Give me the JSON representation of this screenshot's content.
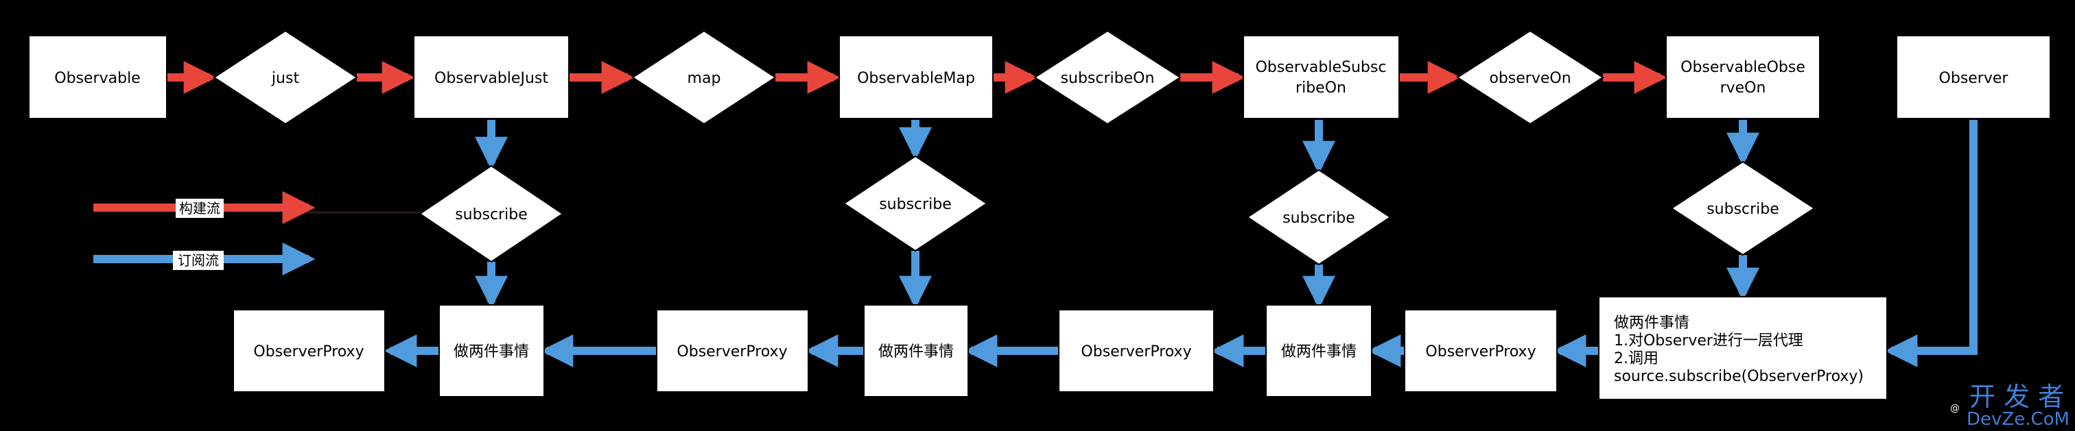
{
  "colors": {
    "build_flow": "#e8463a",
    "subscribe_flow": "#4f9bde",
    "background": "#000000"
  },
  "legend": {
    "build_label": "构建流",
    "subscribe_label": "订阅流"
  },
  "top_row": {
    "observable": "Observable",
    "just": "just",
    "observable_just": "ObservableJust",
    "map": "map",
    "observable_map": "ObservableMap",
    "subscribe_on": "subscribeOn",
    "observable_subscribe_on": [
      "ObservableSubsc",
      "ribeOn"
    ],
    "observe_on": "observeOn",
    "observable_observe_on": [
      "ObservableObse",
      "rveOn"
    ],
    "observer": "Observer"
  },
  "middle_row": {
    "subscribe": "subscribe"
  },
  "bottom_row": {
    "observer_proxy": "ObserverProxy",
    "do_two_things": "做两件事情",
    "detail_box": [
      "做两件事情",
      "1.对Observer进行一层代理",
      "2.调用",
      "source.subscribe(ObserverProxy)"
    ]
  },
  "watermark": {
    "line1": "开 发 者",
    "line2": "DevZe.CoM",
    "prefix": "@"
  }
}
